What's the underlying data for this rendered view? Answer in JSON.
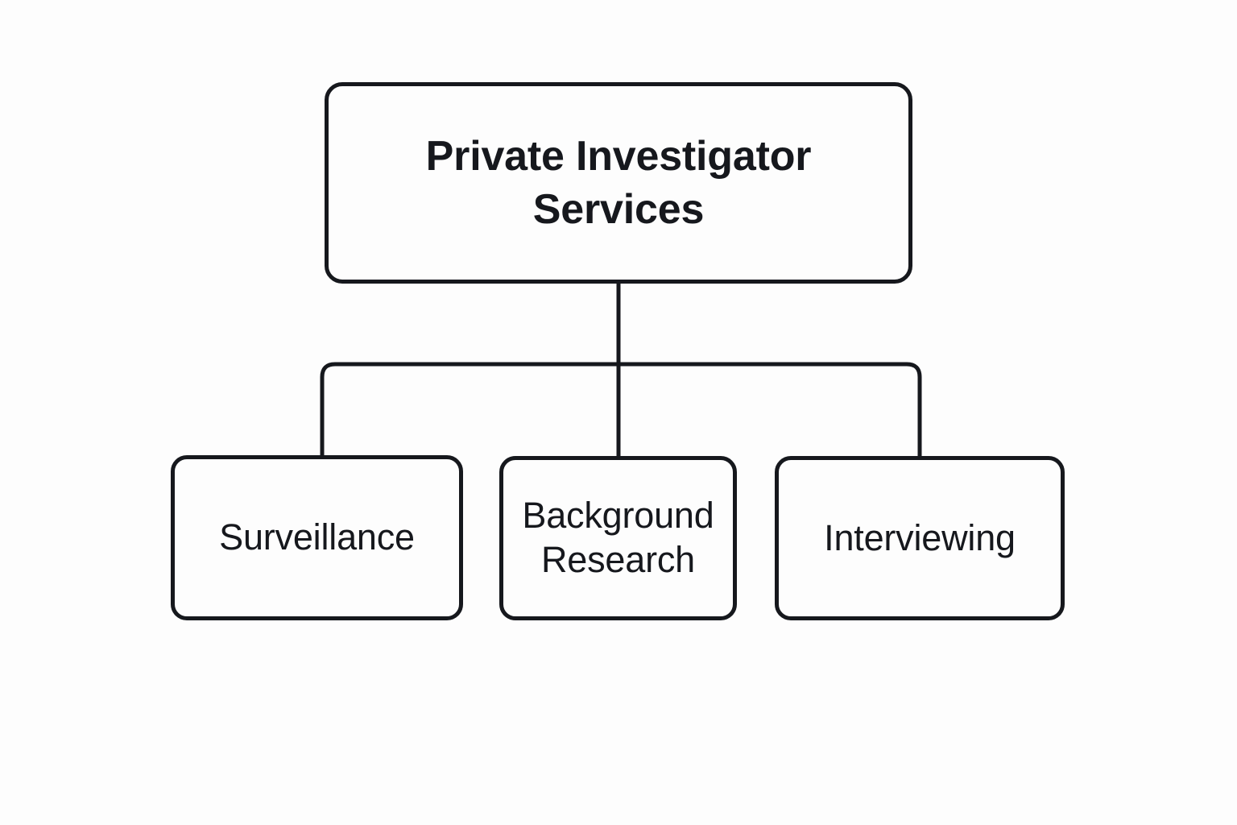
{
  "diagram": {
    "type": "org-chart",
    "orientation": "top-down",
    "background_color": "#fdfdfd",
    "stroke_color": "#16181d",
    "stroke_width": 5,
    "root": {
      "label": "Private Investigator\nServices",
      "line_1": "Private Investigator",
      "line_2": "Services"
    },
    "children": [
      {
        "label": "Surveillance"
      },
      {
        "label": "Background\nResearch"
      },
      {
        "label": "Interviewing"
      }
    ]
  }
}
